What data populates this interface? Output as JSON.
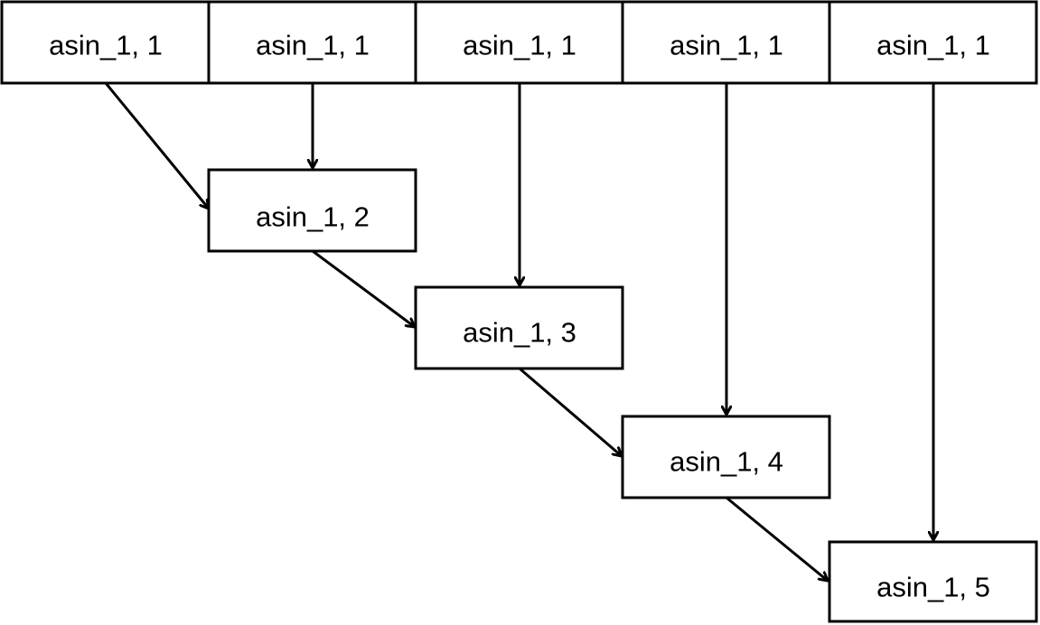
{
  "colors": {
    "background": "#ffffff",
    "stroke": "#000000",
    "text": "#000000"
  },
  "top_row": [
    {
      "id": "t1",
      "label": "asin_1, 1"
    },
    {
      "id": "t2",
      "label": "asin_1, 1"
    },
    {
      "id": "t3",
      "label": "asin_1, 1"
    },
    {
      "id": "t4",
      "label": "asin_1, 1"
    },
    {
      "id": "t5",
      "label": "asin_1, 1"
    }
  ],
  "chain": [
    {
      "id": "c2",
      "label": "asin_1, 2"
    },
    {
      "id": "c3",
      "label": "asin_1, 3"
    },
    {
      "id": "c4",
      "label": "asin_1, 4"
    },
    {
      "id": "c5",
      "label": "asin_1, 5"
    }
  ],
  "edges": [
    {
      "from": "t1",
      "to": "c2"
    },
    {
      "from": "t2",
      "to": "c2"
    },
    {
      "from": "t3",
      "to": "c3"
    },
    {
      "from": "c2",
      "to": "c3"
    },
    {
      "from": "t4",
      "to": "c4"
    },
    {
      "from": "c3",
      "to": "c4"
    },
    {
      "from": "t5",
      "to": "c5"
    },
    {
      "from": "c4",
      "to": "c5"
    }
  ]
}
